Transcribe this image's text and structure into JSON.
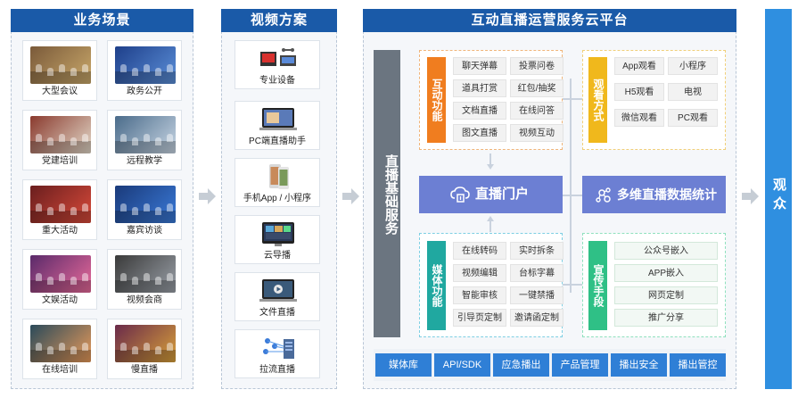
{
  "columns": {
    "scenarios_title": "业务场景",
    "video_title": "视频方案",
    "platform_title": "互动直播运营服务云平台",
    "audience_label": "观众"
  },
  "scenarios": [
    {
      "label": "大型会议"
    },
    {
      "label": "政务公开"
    },
    {
      "label": "党建培训"
    },
    {
      "label": "远程教学"
    },
    {
      "label": "重大活动"
    },
    {
      "label": "嘉宾访谈"
    },
    {
      "label": "文娱活动"
    },
    {
      "label": "视频会商"
    },
    {
      "label": "在线培训"
    },
    {
      "label": "慢直播"
    }
  ],
  "video_solutions": [
    {
      "label": "专业设备"
    },
    {
      "label": "PC端直播助手"
    },
    {
      "label": "手机App / 小程序"
    },
    {
      "label": "云导播"
    },
    {
      "label": "文件直播"
    },
    {
      "label": "拉流直播"
    }
  ],
  "platform": {
    "base_service": "直播基础服务",
    "interactive": {
      "title": "互动功能",
      "items": [
        "聊天弹幕",
        "投票问卷",
        "道具打赏",
        "红包/抽奖",
        "文档直播",
        "在线问答",
        "图文直播",
        "视频互动"
      ]
    },
    "media": {
      "title": "媒体功能",
      "items": [
        "在线转码",
        "实时拆条",
        "视频编辑",
        "台标字幕",
        "智能审核",
        "一键禁播",
        "引导页定制",
        "邀请函定制"
      ]
    },
    "portal_label": "直播门户",
    "stats_label": "多维直播数据统计",
    "viewing": {
      "title": "观看方式",
      "items": [
        "App观看",
        "小程序",
        "H5观看",
        "电视",
        "微信观看",
        "PC观看"
      ]
    },
    "promotion": {
      "title": "宣传手段",
      "items": [
        "公众号嵌入",
        "APP嵌入",
        "网页定制",
        "推广分享"
      ]
    },
    "bottom_buttons": [
      "媒体库",
      "API/SDK",
      "应急播出",
      "产品管理",
      "播出安全",
      "播出管控"
    ]
  },
  "colors": {
    "header_blue": "#1a5aa8",
    "orange": "#f07d1f",
    "teal": "#20a8a0",
    "purple_blue": "#6c7fd3",
    "gold": "#f0b81c",
    "green": "#2fc086",
    "gray_dark": "#6b7580",
    "audience_blue": "#2f8fe0"
  }
}
